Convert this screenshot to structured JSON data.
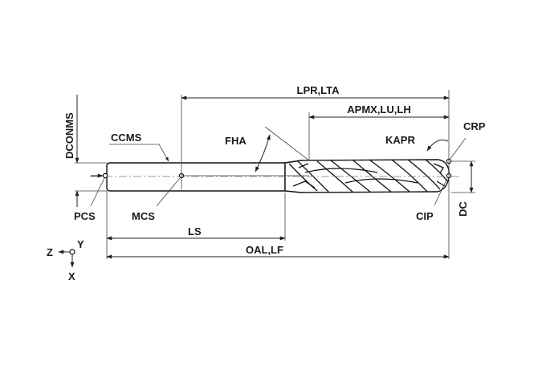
{
  "labels": {
    "lpr_lta": "LPR,LTA",
    "apmx_lu_lh": "APMX,LU,LH",
    "crp": "CRP",
    "dconms": "DCONMS",
    "ccms": "CCMS",
    "fha": "FHA",
    "kapr": "KAPR",
    "pcs": "PCS",
    "mcs": "MCS",
    "cip": "CIP",
    "dc": "DC",
    "ls": "LS",
    "oal_lf": "OAL,LF",
    "axis_z": "Z",
    "axis_y": "Y",
    "axis_x": "X"
  }
}
